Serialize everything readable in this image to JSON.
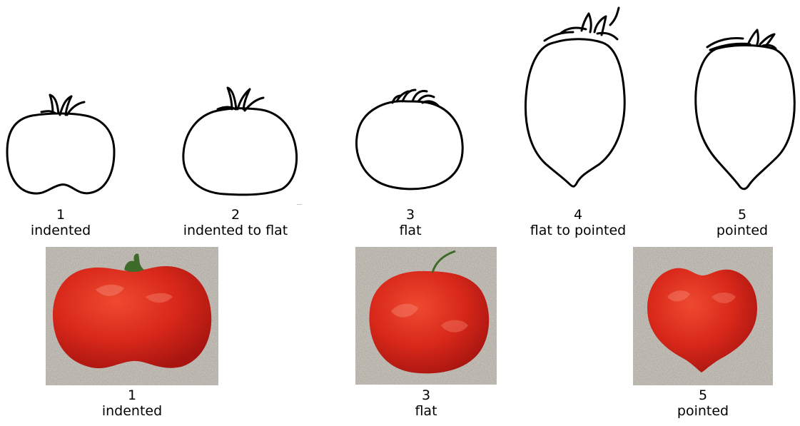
{
  "drawings": [
    {
      "number": "1",
      "name": "indented"
    },
    {
      "number": "2",
      "name": "indented to flat"
    },
    {
      "number": "3",
      "name": "flat"
    },
    {
      "number": "4",
      "name": "flat to pointed"
    },
    {
      "number": "5",
      "name": "pointed"
    }
  ],
  "photos": [
    {
      "number": "1",
      "name": "indented"
    },
    {
      "number": "3",
      "name": "flat"
    },
    {
      "number": "5",
      "name": "pointed"
    }
  ],
  "colors": {
    "tomato": "#d8281a",
    "tomato_shadow": "#a81510",
    "gravel": "#a8a39a",
    "stem": "#3f6b2a",
    "outline": "#000000"
  }
}
